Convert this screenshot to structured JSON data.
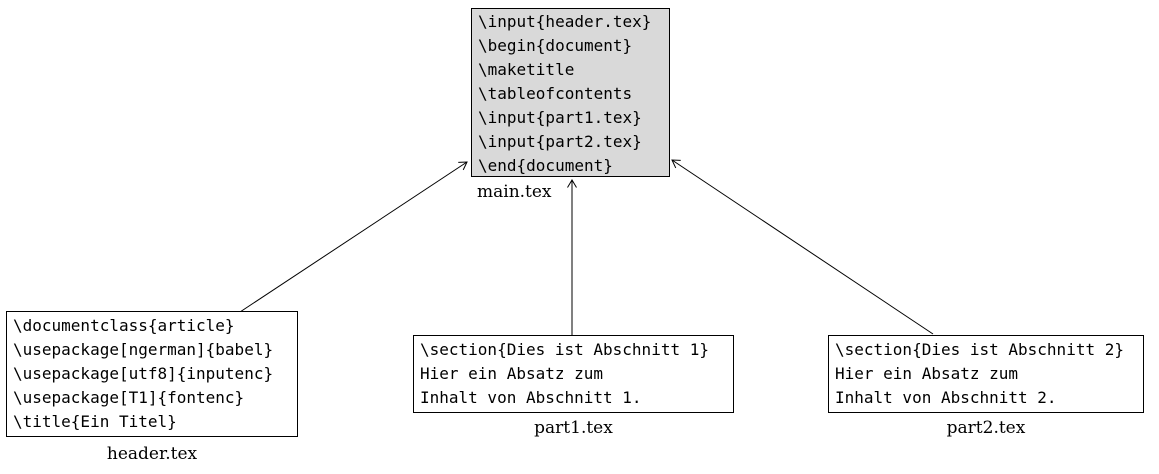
{
  "diagram": {
    "description": "LaTeX multi-file document structure: header.tex, part1.tex and part2.tex are included into main.tex",
    "colors": {
      "main_node_fill": "#d9d9d9",
      "default_node_fill": "#ffffff",
      "border": "#000000",
      "edge": "#000000",
      "text": "#000000"
    }
  },
  "nodes": [
    {
      "id": "main",
      "label": "main.tex",
      "fill": "#d9d9d9",
      "lines": [
        "\\input{header.tex}",
        "\\begin{document}",
        "\\maketitle",
        "\\tableofcontents",
        "\\input{part1.tex}",
        "\\input{part2.tex}",
        "\\end{document}"
      ]
    },
    {
      "id": "header",
      "label": "header.tex",
      "fill": "#ffffff",
      "lines": [
        "\\documentclass{article}",
        "\\usepackage[ngerman]{babel}",
        "\\usepackage[utf8]{inputenc}",
        "\\usepackage[T1]{fontenc}",
        "\\title{Ein Titel}"
      ]
    },
    {
      "id": "part1",
      "label": "part1.tex",
      "fill": "#ffffff",
      "lines": [
        "\\section{Dies ist Abschnitt 1}",
        "Hier ein Absatz zum",
        "Inhalt von Abschnitt 1."
      ]
    },
    {
      "id": "part2",
      "label": "part2.tex",
      "fill": "#ffffff",
      "lines": [
        "\\section{Dies ist Abschnitt 2}",
        "Hier ein Absatz zum",
        "Inhalt von Abschnitt 2."
      ]
    }
  ],
  "edges": [
    {
      "from": "header.tex",
      "to": "main.tex"
    },
    {
      "from": "part1.tex",
      "to": "main.tex"
    },
    {
      "from": "part2.tex",
      "to": "main.tex"
    }
  ]
}
